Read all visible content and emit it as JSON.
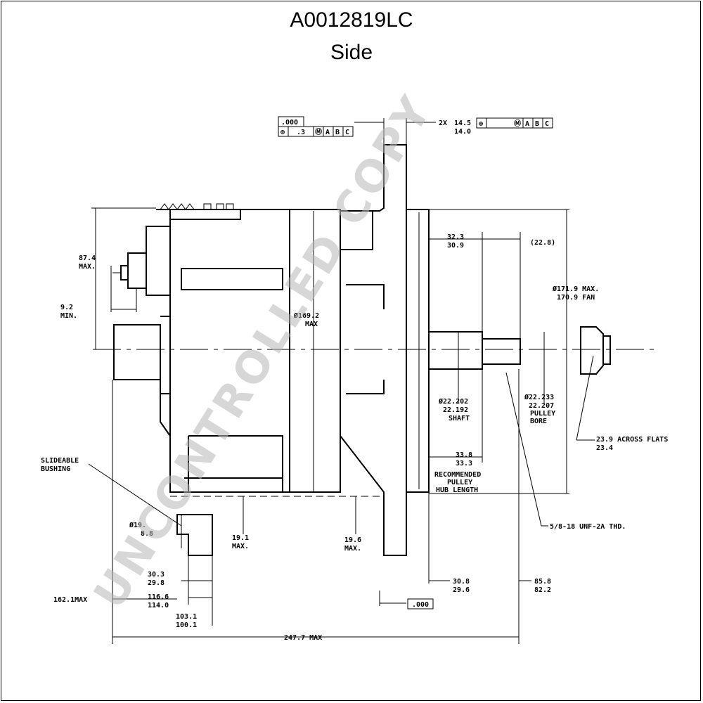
{
  "title": "A0012819LC",
  "subtitle": "Side",
  "watermark": "UNCONTROLLED COPY",
  "fcf_left": {
    "top": ".000",
    "tol": ".3",
    "datums": [
      "A",
      "B",
      "C"
    ]
  },
  "fcf_right": {
    "prefix": "2X",
    "top": "14.5",
    "bottom": "14.0",
    "datums": [
      "A",
      "B",
      "C"
    ]
  },
  "dims": {
    "d87": "87.4",
    "d87u": "MAX.",
    "d9": "9.2",
    "d9u": "MIN.",
    "d169": "Ø169.2",
    "d169u": "MAX",
    "d32a": "32.3",
    "d32b": "30.9",
    "d228": "(22.8)",
    "d171a": "Ø171.9 MAX.",
    "d171b": "170.9 FAN",
    "shaft1": "Ø22.202",
    "shaft2": "22.192",
    "shaft3": "SHAFT",
    "bore1": "Ø22.233",
    "bore2": "22.207",
    "bore3": "PULLEY",
    "bore4": "BORE",
    "af1": "23.9 ACROSS FLATS",
    "af2": "23.4",
    "hub1": "33.8",
    "hub2": "33.3",
    "rec1": "RECOMMENDED",
    "rec2": "PULLEY",
    "rec3": "HUB LENGTH",
    "thread": "5/8-18 UNF-2A THD.",
    "slide1": "SLIDEABLE",
    "slide2": "BUSHING",
    "d19a": "Ø19.",
    "d19b": "8.8",
    "d191a": "19.1",
    "d191b": "MAX.",
    "d196a": "19.6",
    "d196b": "MAX.",
    "d30a": "30.3",
    "d30b": "29.8",
    "d308a": "30.8",
    "d308b": "29.6",
    "d858a": "85.8",
    "d858b": "82.2",
    "d116a": "116.6",
    "d116b": "114.0",
    "d162": "162.1MAX",
    "d103a": "103.1",
    "d103b": "100.1",
    "fcf_bottom": ".000",
    "d247": "247.7 MAX"
  }
}
